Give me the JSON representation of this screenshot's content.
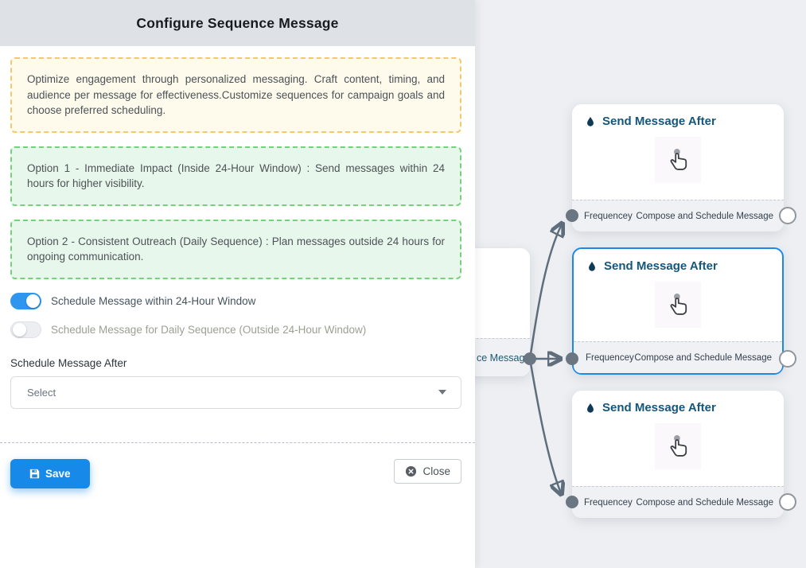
{
  "panel": {
    "title": "Configure Sequence Message",
    "info_note": "Optimize engagement through personalized messaging. Craft content, timing, and audience per message for effectiveness.Customize sequences for campaign goals and choose preferred scheduling.",
    "option1": "Option 1 - Immediate Impact (Inside 24-Hour Window) : Send messages within 24 hours for higher visibility.",
    "option2": "Option 2 - Consistent Outreach (Daily Sequence) : Plan messages outside 24 hours for ongoing communication.",
    "toggles": [
      {
        "label": "Schedule Message within 24-Hour Window",
        "state": "on"
      },
      {
        "label": "Schedule Message for Daily Sequence (Outside 24-Hour Window)",
        "state": "off"
      }
    ],
    "schedule_after": {
      "label": "Schedule Message After",
      "value": "Select"
    },
    "save_label": "Save",
    "close_label": "Close"
  },
  "canvas": {
    "source_node": {
      "visible_label": "ce Message"
    },
    "nodes": [
      {
        "title": "Send Message After",
        "input_label": "Frequencey",
        "output_label": "Compose and Schedule Message",
        "selected": false
      },
      {
        "title": "Send Message After",
        "input_label": "Frequencey",
        "output_label": "Compose and Schedule Message",
        "selected": true
      },
      {
        "title": "Send Message After",
        "input_label": "Frequencey",
        "output_label": "Compose and Schedule Message",
        "selected": false
      }
    ]
  },
  "colors": {
    "accent_blue": "#1789e9",
    "toggle_on": "#2e96ee",
    "selected_node_border": "#1e88e5",
    "edge": "#5e6e7d",
    "note_yellow_border": "#f4c96d",
    "note_green_border": "#74d37a",
    "node_title": "#15567a",
    "header_bg": "#dee2e7",
    "canvas_bg": "#edeff2"
  }
}
